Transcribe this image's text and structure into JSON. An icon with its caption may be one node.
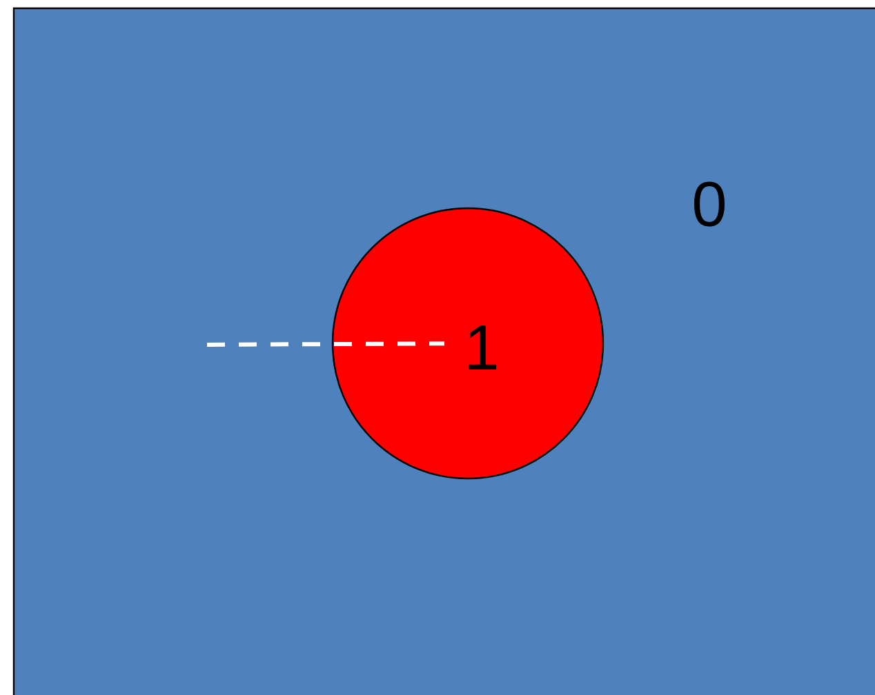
{
  "diagram": {
    "nodes": [
      {
        "text": [
          "0"
        ]
      },
      {
        "text": [
          "1"
        ],
        "in": 0
      }
    ],
    "edges": [
      {
        "from": null,
        "to": 1,
        "arrow": "none",
        "style": "dashed",
        "color": "#ffffff"
      }
    ]
  }
}
